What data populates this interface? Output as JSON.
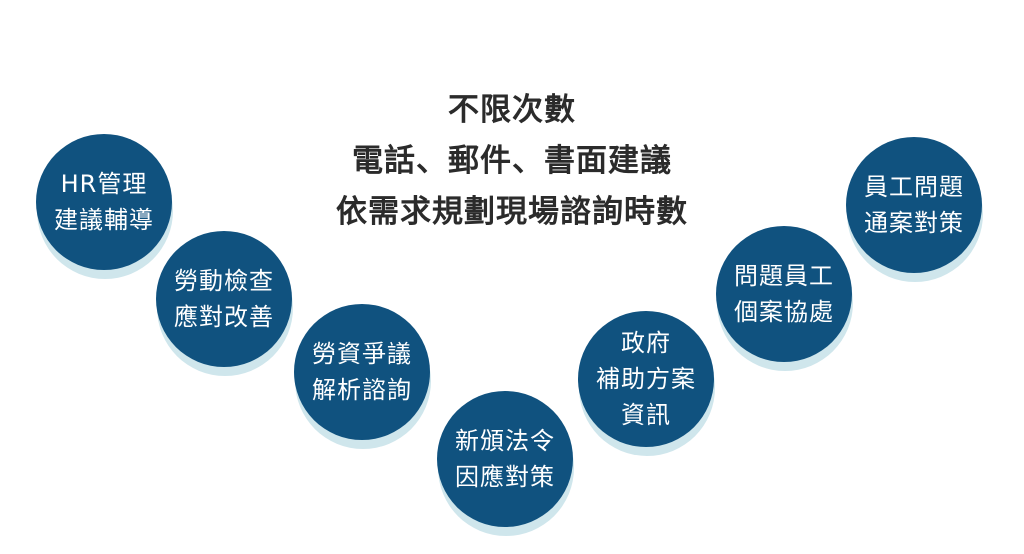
{
  "header": {
    "line1": "不限次數",
    "line2": "電話、郵件、書面建議",
    "line3": "依需求規劃現場諮詢時數"
  },
  "circles": [
    {
      "line1": "HR管理",
      "line2": "建議輔導"
    },
    {
      "line1": "勞動檢查",
      "line2": "應對改善"
    },
    {
      "line1": "勞資爭議",
      "line2": "解析諮詢"
    },
    {
      "line1": "新頒法令",
      "line2": "因應對策"
    },
    {
      "line1": "政府",
      "line2": "補助方案",
      "line3": "資訊"
    },
    {
      "line1": "問題員工",
      "line2": "個案協處"
    },
    {
      "line1": "員工問題",
      "line2": "通案對策"
    }
  ],
  "colors": {
    "circle_fill": "#10527f",
    "circle_shadow": "#cfe6ec",
    "heading_text": "#2b2b2b",
    "circle_text": "#ffffff"
  }
}
